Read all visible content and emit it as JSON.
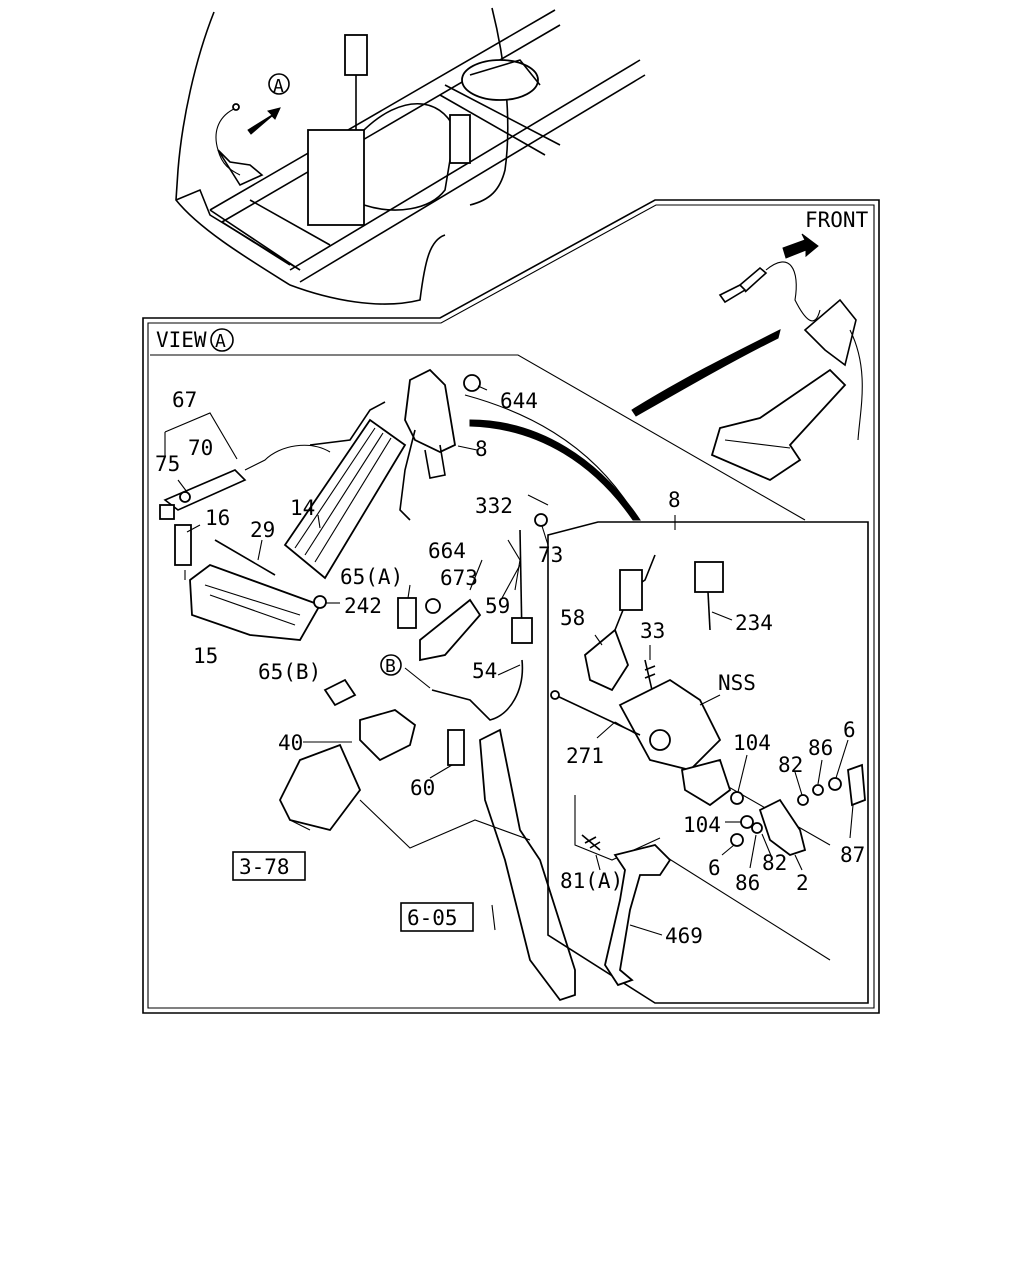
{
  "labels": {
    "view_a": "VIEW",
    "circle_a": "A",
    "circle_b": "B",
    "front": "FRONT",
    "nss": "NSS",
    "ref_3_78": "3-78",
    "ref_6_05": "6-05",
    "p644": "644",
    "p67": "67",
    "p70": "70",
    "p75": "75",
    "p8_top": "8",
    "p8_inset": "8",
    "p16": "16",
    "p14": "14",
    "p29": "29",
    "p332": "332",
    "p73": "73",
    "p664": "664",
    "p65a": "65(A)",
    "p673": "673",
    "p242": "242",
    "p59": "59",
    "p15": "15",
    "p65b": "65(B)",
    "p54": "54",
    "p40": "40",
    "p60": "60",
    "p58": "58",
    "p33": "33",
    "p234": "234",
    "p271": "271",
    "p104a": "104",
    "p104b": "104",
    "p86a": "86",
    "p86b": "86",
    "p82a": "82",
    "p82b": "82",
    "p6a": "6",
    "p6b": "6",
    "p87": "87",
    "p2": "2",
    "p81a": "81(A)",
    "p469": "469"
  }
}
